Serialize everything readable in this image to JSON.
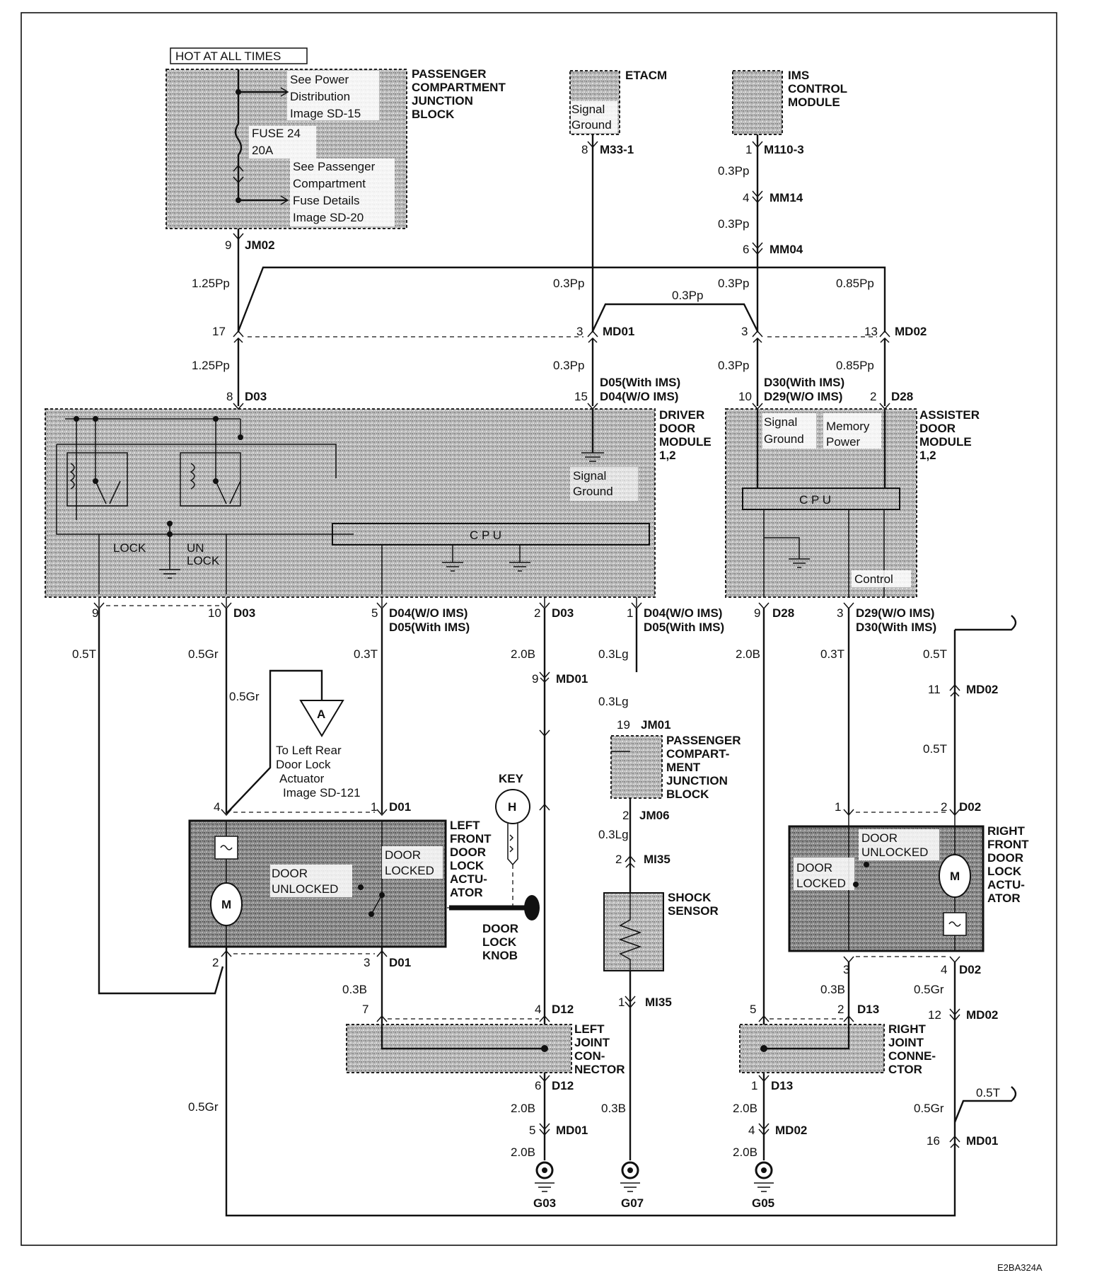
{
  "header": {
    "hot_label": "HOT AT ALL TIMES"
  },
  "pcjb_top": {
    "title": [
      "PASSENGER",
      "COMPARTMENT",
      "JUNCTION",
      "BLOCK"
    ],
    "see_power": [
      "See Power",
      "Distribution",
      "Image SD-15"
    ],
    "fuse": [
      "FUSE 24",
      "20A"
    ],
    "see_fuse": [
      "See Passenger",
      "Compartment",
      "Fuse Details",
      "Image SD-20"
    ]
  },
  "etacm": {
    "title": "ETACM",
    "inner": [
      "Signal",
      "Ground"
    ],
    "pin": "8",
    "conn": "M33-1"
  },
  "ims": {
    "title": [
      "IMS",
      "CONTROL",
      "MODULE"
    ],
    "pin": "1",
    "conn": "M110-3"
  },
  "ims_wires": [
    {
      "wire": "0.3Pp",
      "pin": "4",
      "conn": "MM14"
    },
    {
      "wire": "0.3Pp",
      "pin": "6",
      "conn": "MM04"
    }
  ],
  "upper_wires": {
    "jm02_pin": "9",
    "jm02": "JM02",
    "w_left": "1.25Pp",
    "w_etacm": "0.3Pp",
    "w_bridge": "0.3Pp",
    "w_ims": "0.3Pp",
    "w_right": "0.85Pp",
    "pin17": "17",
    "pin3a": "3",
    "md01": "MD01",
    "pin3b": "3",
    "pin13": "13",
    "md02": "MD02",
    "w_left2": "1.25Pp",
    "w_etacm2": "0.3Pp",
    "w_ims2": "0.3Pp",
    "w_right2": "0.85Pp"
  },
  "driver_module": {
    "title": [
      "DRIVER",
      "DOOR",
      "MODULE",
      "1,2"
    ],
    "top_pins": [
      {
        "pin": "8",
        "conn": "D03"
      },
      {
        "pin": "15",
        "conn": "D05(With IMS)",
        "conn2": "D04(W/O IMS)"
      }
    ],
    "inner": {
      "signal": [
        "Signal",
        "Ground"
      ],
      "cpu": "C P U",
      "lock": "LOCK",
      "unlock": [
        "UN",
        "LOCK"
      ]
    },
    "bottom_pins": [
      {
        "pin": "9"
      },
      {
        "pin": "10",
        "conn": "D03"
      },
      {
        "pin": "5",
        "conn": "D04(W/O IMS)",
        "conn2": "D05(With IMS)"
      },
      {
        "pin": "2",
        "conn": "D03"
      },
      {
        "pin": "1",
        "conn": "D04(W/O IMS)",
        "conn2": "D05(With IMS)"
      }
    ]
  },
  "assister_module": {
    "title": [
      "ASSISTER",
      "DOOR",
      "MODULE",
      "1,2"
    ],
    "top_pins": [
      {
        "pin": "10",
        "conn": "D30(With IMS)",
        "conn2": "D29(W/O IMS)"
      },
      {
        "pin": "2",
        "conn": "D28"
      }
    ],
    "inner": {
      "signal": [
        "Signal",
        "Ground"
      ],
      "memory": [
        "Memory",
        "Power"
      ],
      "cpu": "C P U",
      "control": "Control"
    },
    "bottom_pins": [
      {
        "pin": "9",
        "conn": "D28"
      },
      {
        "pin": "3",
        "conn": "D29(W/O IMS)",
        "conn2": "D30(With IMS)"
      }
    ]
  },
  "mid_wires": {
    "w9": "0.5T",
    "w10": "0.5Gr",
    "w5": "0.3T",
    "w2": "2.0B",
    "w1": "0.3Lg",
    "w_d28": "2.0B",
    "w_d29": "0.3T",
    "w_right": "0.5T",
    "w_rear": "0.5Gr",
    "md01_pin": "9",
    "md01": "MD01",
    "w1b": "0.3Lg",
    "md02_pin": "11",
    "md02": "MD02",
    "w_right2": "0.5T"
  },
  "rear_ref": {
    "letter": "A",
    "text": [
      "To Left Rear",
      "Door Lock",
      "Actuator",
      "Image SD-121"
    ]
  },
  "pcjb_mid": {
    "title": [
      "PASSENGER",
      "COMPART-",
      "MENT",
      "JUNCTION",
      "BLOCK"
    ],
    "top_pin": "19",
    "top_conn": "JM01",
    "bot_pin": "2",
    "bot_conn": "JM06",
    "wire": "0.3Lg",
    "mi_pin": "2",
    "mi_conn": "MI35"
  },
  "shock_sensor": {
    "title": [
      "SHOCK",
      "SENSOR"
    ],
    "pin": "1",
    "conn": "MI35",
    "wire": "0.3B",
    "ground": "G07"
  },
  "key": {
    "title": "KEY",
    "letter": "H"
  },
  "left_actuator": {
    "title": [
      "LEFT",
      "FRONT",
      "DOOR",
      "LOCK",
      "ACTU-",
      "ATOR"
    ],
    "pin4": "4",
    "pin1": "1",
    "conn_top": "D01",
    "pin2": "2",
    "pin3": "3",
    "conn_bot": "D01",
    "unlocked": [
      "DOOR",
      "UNLOCKED"
    ],
    "locked": [
      "DOOR",
      "LOCKED"
    ],
    "motor": "M"
  },
  "knob": [
    "DOOR",
    "LOCK",
    "KNOB"
  ],
  "right_actuator": {
    "title": [
      "RIGHT",
      "FRONT",
      "DOOR",
      "LOCK",
      "ACTU-",
      "ATOR"
    ],
    "pin1": "1",
    "pin2": "2",
    "conn_top": "D02",
    "pin3": "3",
    "pin4": "4",
    "conn_bot": "D02",
    "unlocked": [
      "DOOR",
      "UNLOCKED"
    ],
    "locked": [
      "DOOR",
      "LOCKED"
    ],
    "motor": "M"
  },
  "left_joint": {
    "title": [
      "LEFT",
      "JOINT",
      "CON-",
      "NECTOR"
    ],
    "w_in": "0.3B",
    "pin7": "7",
    "pin4": "4",
    "conn": "D12",
    "pin6": "6",
    "conn_b": "D12",
    "w_out": "2.0B",
    "md_pin": "5",
    "md": "MD01",
    "w_out2": "2.0B",
    "ground": "G03"
  },
  "right_joint": {
    "title": [
      "RIGHT",
      "JOINT",
      "CONNE-",
      "CTOR"
    ],
    "w_in": "0.3B",
    "pin5": "5",
    "pin2": "2",
    "conn": "D13",
    "pin1": "1",
    "conn_b": "D13",
    "w_out": "2.0B",
    "md_pin": "4",
    "md": "MD02",
    "w_out2": "2.0B",
    "ground": "G05"
  },
  "right_lower": {
    "w_gr": "0.5Gr",
    "pin12": "12",
    "md02": "MD02",
    "w_gr2": "0.5Gr",
    "w_t": "0.5T",
    "pin16": "16",
    "md01": "MD01"
  },
  "left_lower": {
    "w": "0.5Gr"
  },
  "footer": {
    "code": "E2BA324A"
  }
}
